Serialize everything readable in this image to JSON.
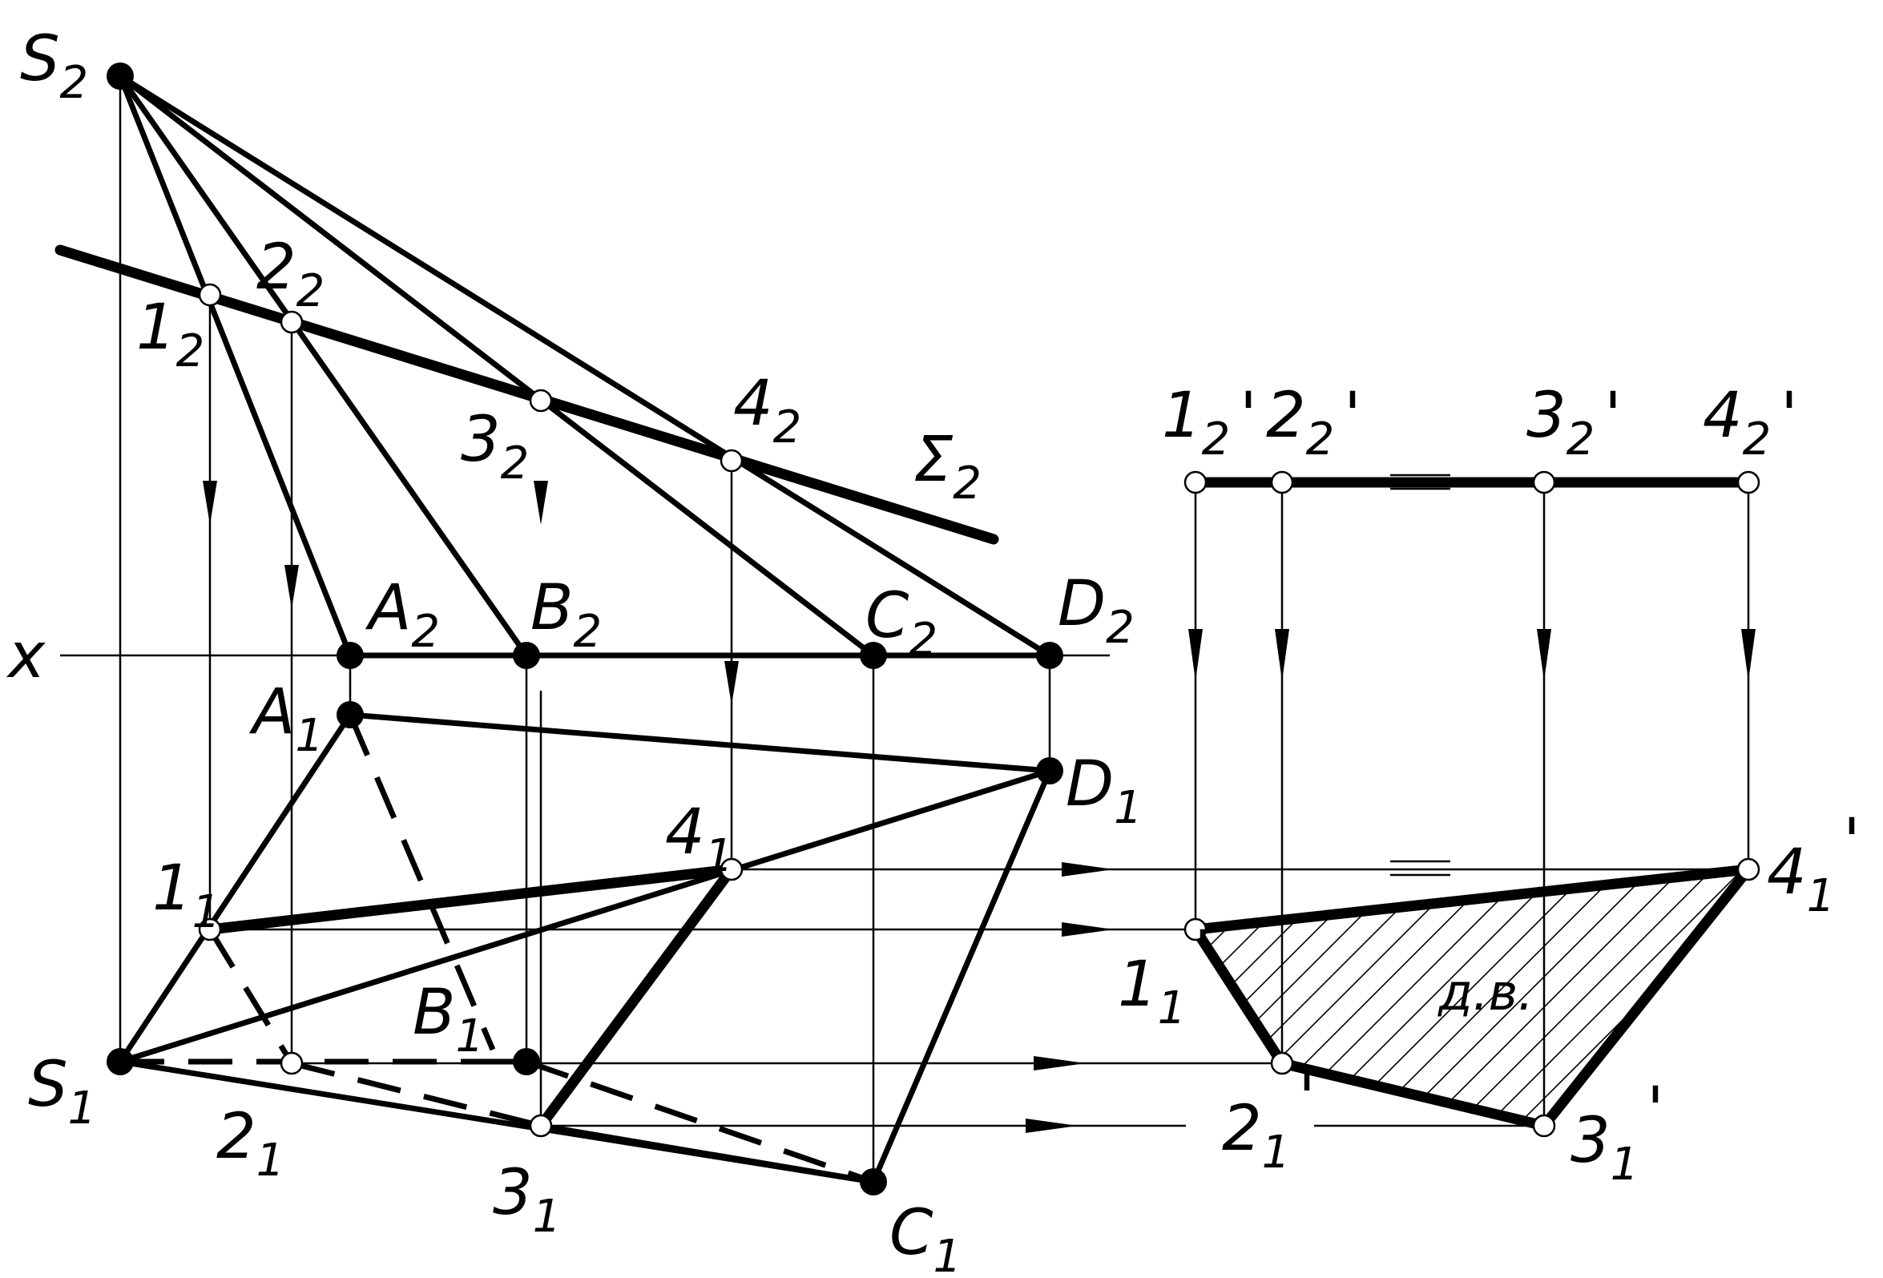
{
  "axis": {
    "label": "x"
  },
  "plane": {
    "main": "Σ",
    "sub": "2"
  },
  "true_size_label": "д.в.",
  "points": {
    "S2": {
      "main": "S",
      "sub": "2"
    },
    "S1": {
      "main": "S",
      "sub": "1"
    },
    "A2": {
      "main": "A",
      "sub": "2"
    },
    "B2": {
      "main": "B",
      "sub": "2"
    },
    "C2": {
      "main": "C",
      "sub": "2"
    },
    "D2": {
      "main": "D",
      "sub": "2"
    },
    "A1": {
      "main": "A",
      "sub": "1"
    },
    "B1": {
      "main": "B",
      "sub": "1"
    },
    "C1": {
      "main": "C",
      "sub": "1"
    },
    "D1": {
      "main": "D",
      "sub": "1"
    },
    "p1_2": {
      "main": "1",
      "sub": "2"
    },
    "p2_2": {
      "main": "2",
      "sub": "2"
    },
    "p3_2": {
      "main": "3",
      "sub": "2"
    },
    "p4_2": {
      "main": "4",
      "sub": "2"
    },
    "p1_1": {
      "main": "1",
      "sub": "1"
    },
    "p2_1": {
      "main": "2",
      "sub": "1"
    },
    "p3_1": {
      "main": "3",
      "sub": "1"
    },
    "p4_1": {
      "main": "4",
      "sub": "1"
    },
    "q1_2": {
      "main": "1",
      "sub": "2",
      "prime": "'"
    },
    "q2_2": {
      "main": "2",
      "sub": "2",
      "prime": "'"
    },
    "q3_2": {
      "main": "3",
      "sub": "2",
      "prime": "'"
    },
    "q4_2": {
      "main": "4",
      "sub": "2",
      "prime": "'"
    },
    "q1_1": {
      "main": "1",
      "sub": "1",
      "prime": "'"
    },
    "q2_1": {
      "main": "2",
      "sub": "1",
      "prime": "'"
    },
    "q3_1": {
      "main": "3",
      "sub": "1",
      "prime": "'"
    },
    "q4_1": {
      "main": "4",
      "sub": "1",
      "prime": "'"
    }
  }
}
